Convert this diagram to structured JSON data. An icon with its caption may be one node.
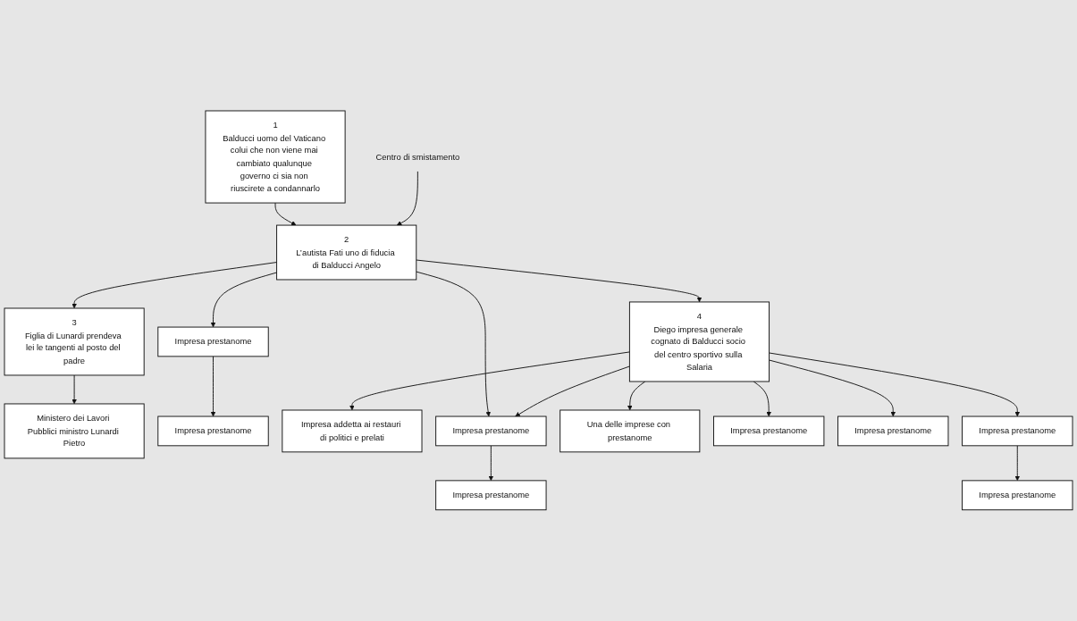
{
  "diagram": {
    "nodes": [
      {
        "text": [
          "Ministero dei Lavori Pubblici ministro Lunardi Pietro"
        ]
      },
      {
        "text": [
          "3",
          "Figlia di Lunardi prendeva lei le tangenti al posto del padre"
        ]
      },
      {
        "text": [
          "1",
          "Balducci uomo del Vaticano colui che non viene mai cambiato qualunque governo ci sia non riuscirete a condannarlo"
        ]
      },
      {
        "text": [
          "Centro di smistamento"
        ]
      },
      {
        "text": [
          "2",
          "L’autista Fati uno di fiducia di Balducci Angelo"
        ]
      },
      {
        "text": [
          "Impresa prestanome"
        ]
      },
      {
        "text": [
          "Impresa prestanome"
        ]
      },
      {
        "text": [
          "Impresa addetta ai restauri di politici e prelati"
        ]
      },
      {
        "text": [
          "4",
          "Diego impresa generale cognato di Balducci socio del centro sportivo sulla Salaria"
        ]
      },
      {
        "text": [
          "Impresa prestanome"
        ]
      },
      {
        "text": [
          "Impresa prestanome"
        ]
      },
      {
        "text": [
          "Una delle imprese con prestanome"
        ]
      },
      {
        "text": [
          "Impresa prestanome"
        ]
      },
      {
        "text": [
          "Impresa prestanome"
        ]
      },
      {
        "text": [
          "Impresa prestanome"
        ]
      },
      {
        "text": [
          "Impresa prestanome"
        ]
      }
    ],
    "edges": [
      {
        "from": 1,
        "to": 0,
        "arrow": "to"
      },
      {
        "from": 4,
        "to": 1,
        "arrow": "to"
      },
      {
        "from": 2,
        "to": 4,
        "arrow": "to"
      },
      {
        "from": 3,
        "to": 4,
        "arrow": "to"
      },
      {
        "from": 4,
        "to": 5,
        "arrow": "to"
      },
      {
        "from": 5,
        "to": 6,
        "arrow": "to"
      },
      {
        "from": 4,
        "to": 9,
        "arrow": "to"
      },
      {
        "from": 4,
        "to": 8,
        "arrow": "to"
      },
      {
        "from": 8,
        "to": 7,
        "arrow": "to"
      },
      {
        "from": 8,
        "to": 9,
        "arrow": "to"
      },
      {
        "from": 9,
        "to": 10,
        "arrow": "to"
      },
      {
        "from": 8,
        "to": 11,
        "arrow": "to"
      },
      {
        "from": 8,
        "to": 12,
        "arrow": "to"
      },
      {
        "from": 8,
        "to": 13,
        "arrow": "to"
      },
      {
        "from": 8,
        "to": 14,
        "arrow": "to"
      },
      {
        "from": 14,
        "to": 15,
        "arrow": "to"
      }
    ]
  }
}
